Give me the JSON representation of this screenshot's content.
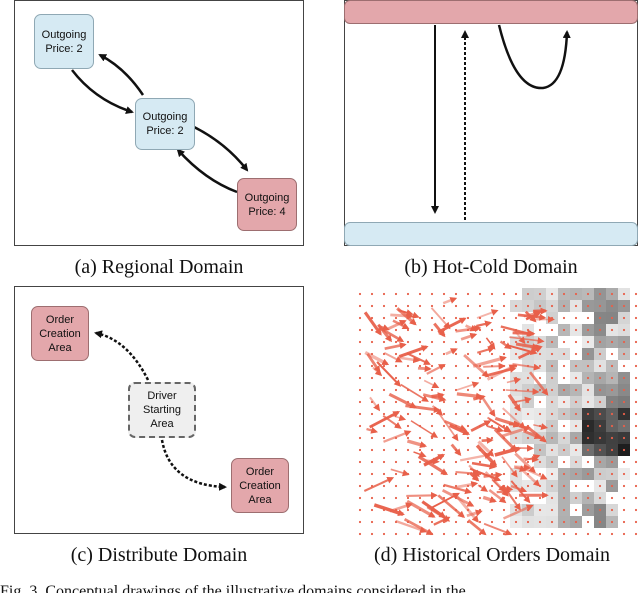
{
  "panels": {
    "regional": {
      "caption": "(a) Regional Domain",
      "nodes": [
        {
          "line1": "Outgoing",
          "line2": "Price: 2"
        },
        {
          "line1": "Outgoing",
          "line2": "Price: 2"
        },
        {
          "line1": "Outgoing",
          "line2": "Price: 4"
        }
      ]
    },
    "hotcold": {
      "caption": "(b) Hot-Cold Domain"
    },
    "distribute": {
      "caption": "(c) Distribute Domain",
      "order_top": {
        "line1": "Order",
        "line2": "Creation",
        "line3": "Area"
      },
      "driver": {
        "line1": "Driver",
        "line2": "Starting",
        "line3": "Area"
      },
      "order_bottom": {
        "line1": "Order",
        "line2": "Creation",
        "line3": "Area"
      }
    },
    "historical": {
      "caption": "(d) Historical Orders Domain"
    }
  },
  "footer_text": "Fig. 3.   Conceptual drawings of the illustrative domains considered in the",
  "colors": {
    "blue_node": "#d6eaf3",
    "red_node": "#e3a7ab",
    "arrow_red": "#e8604a",
    "heat_dark": "#111111"
  }
}
